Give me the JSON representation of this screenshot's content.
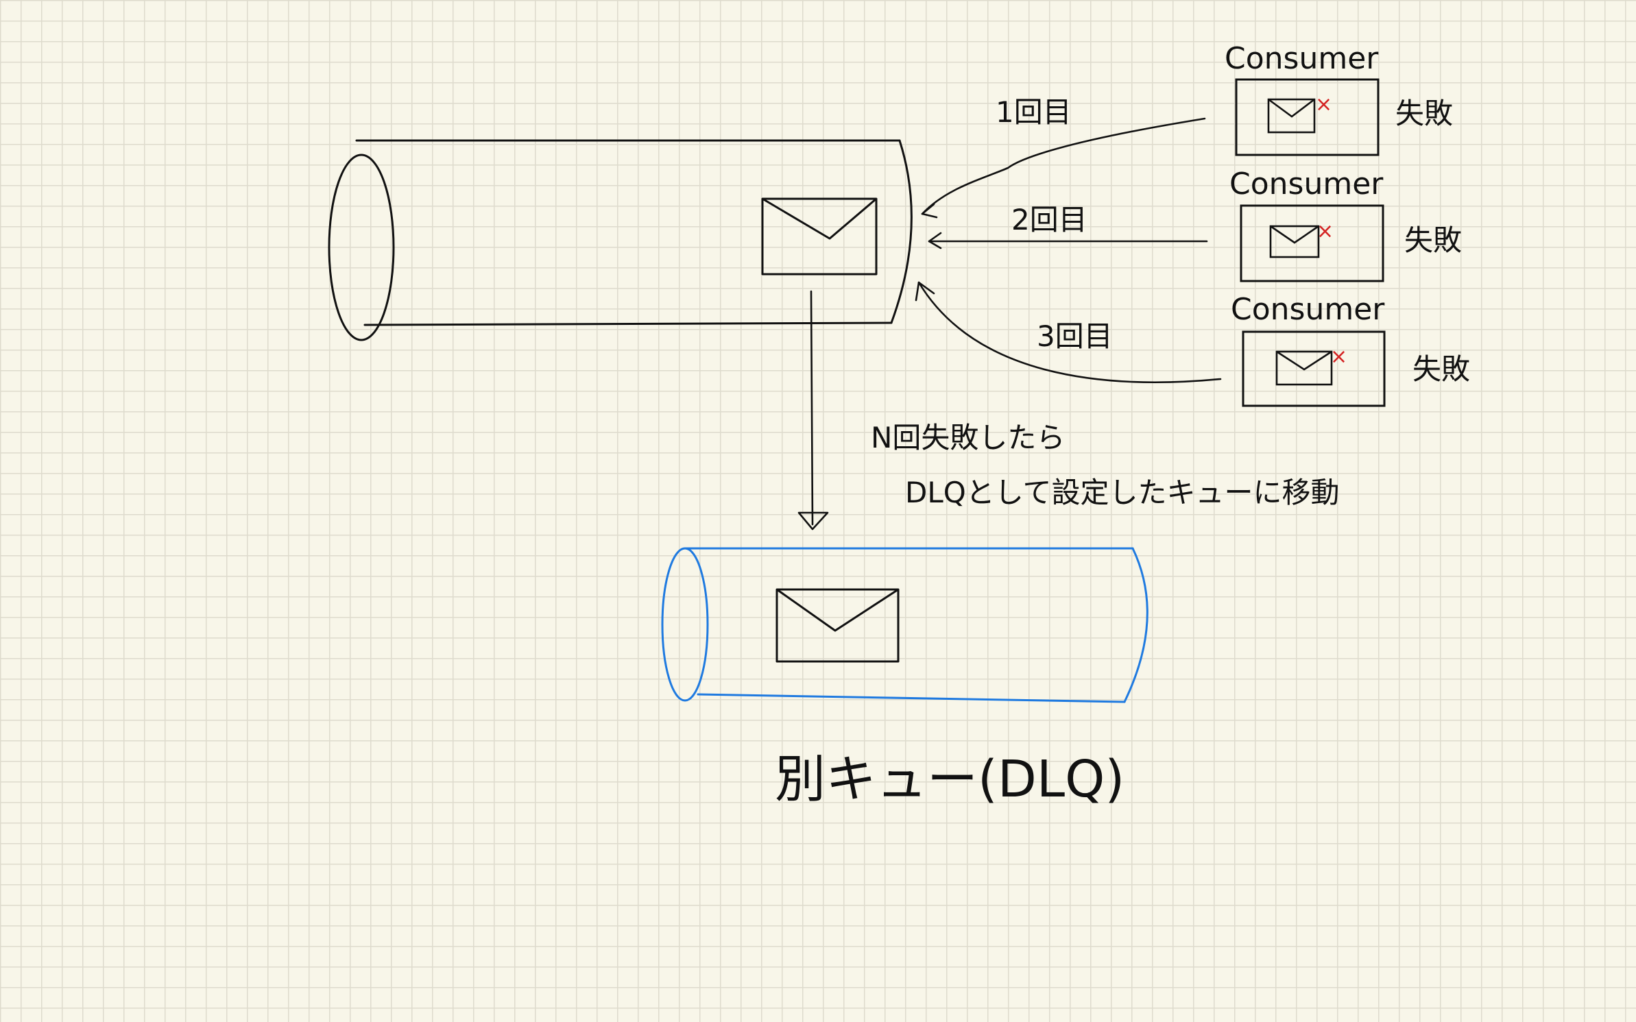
{
  "diagram": {
    "main_queue": {
      "name": ""
    },
    "consumers": [
      {
        "label": "Consumer",
        "result": "失敗",
        "mark": "×",
        "attempt": "1回目"
      },
      {
        "label": "Consumer",
        "result": "失敗",
        "mark": "×",
        "attempt": "2回目"
      },
      {
        "label": "Consumer",
        "result": "失敗",
        "mark": "×",
        "attempt": "3回目"
      }
    ],
    "note": {
      "line1": "N回失敗したら",
      "line2": "DLQとして設定したキューに移動"
    },
    "dlq": {
      "label": "別キュー(DLQ)"
    },
    "colors": {
      "ink": "#111111",
      "dlq_outline": "#1f7ae0",
      "fail_mark": "#d42222",
      "paper": "#f8f6e9",
      "grid": "#dedbcd"
    },
    "icons": [
      "envelope-icon",
      "cross-mark-icon",
      "arrow-icon"
    ]
  }
}
